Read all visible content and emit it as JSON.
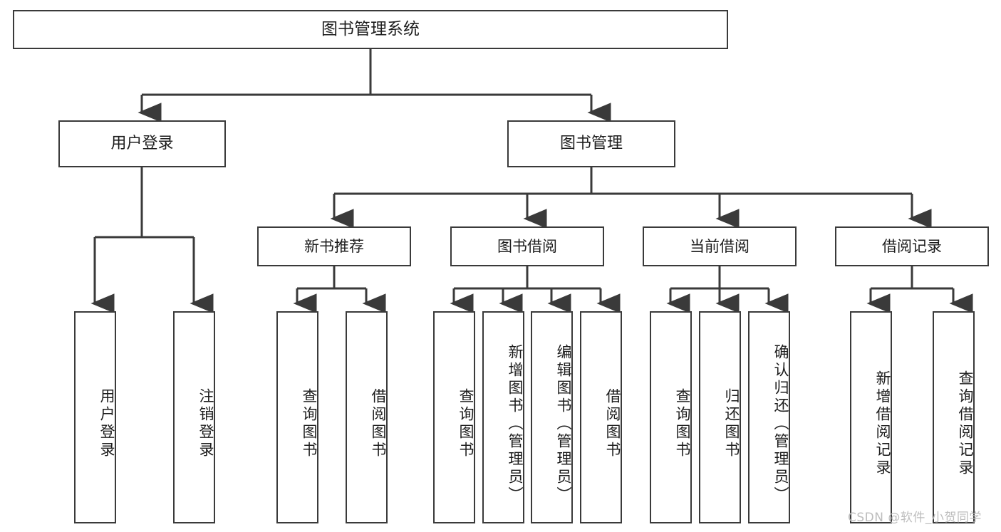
{
  "diagram": {
    "title": "图书管理系统",
    "type": "tree-hierarchy",
    "root": {
      "label": "图书管理系统"
    },
    "level2": [
      {
        "label": "用户登录"
      },
      {
        "label": "图书管理"
      }
    ],
    "level3": [
      {
        "label": "新书推荐"
      },
      {
        "label": "图书借阅"
      },
      {
        "label": "当前借阅"
      },
      {
        "label": "借阅记录"
      }
    ],
    "leaves": {
      "user_login": [
        {
          "label": "用户登录"
        },
        {
          "label": "注销登录"
        }
      ],
      "new_book_recommend": [
        {
          "label": "查询图书"
        },
        {
          "label": "借阅图书"
        }
      ],
      "book_borrow": [
        {
          "label": "查询图书"
        },
        {
          "label": "新增图书（管理员）"
        },
        {
          "label": "编辑图书（管理员）"
        },
        {
          "label": "借阅图书"
        }
      ],
      "current_borrow": [
        {
          "label": "查询图书"
        },
        {
          "label": "归还图书"
        },
        {
          "label": "确认归还（管理员）"
        }
      ],
      "borrow_record": [
        {
          "label": "新增借阅记录"
        },
        {
          "label": "查询借阅记录"
        }
      ]
    }
  },
  "watermark": {
    "text": "CSDN @软件_小贺同学"
  },
  "colors": {
    "stroke": "#3a3a3a",
    "background": "#ffffff",
    "text": "#1d1d1d",
    "watermark": "#bdbdbd"
  }
}
